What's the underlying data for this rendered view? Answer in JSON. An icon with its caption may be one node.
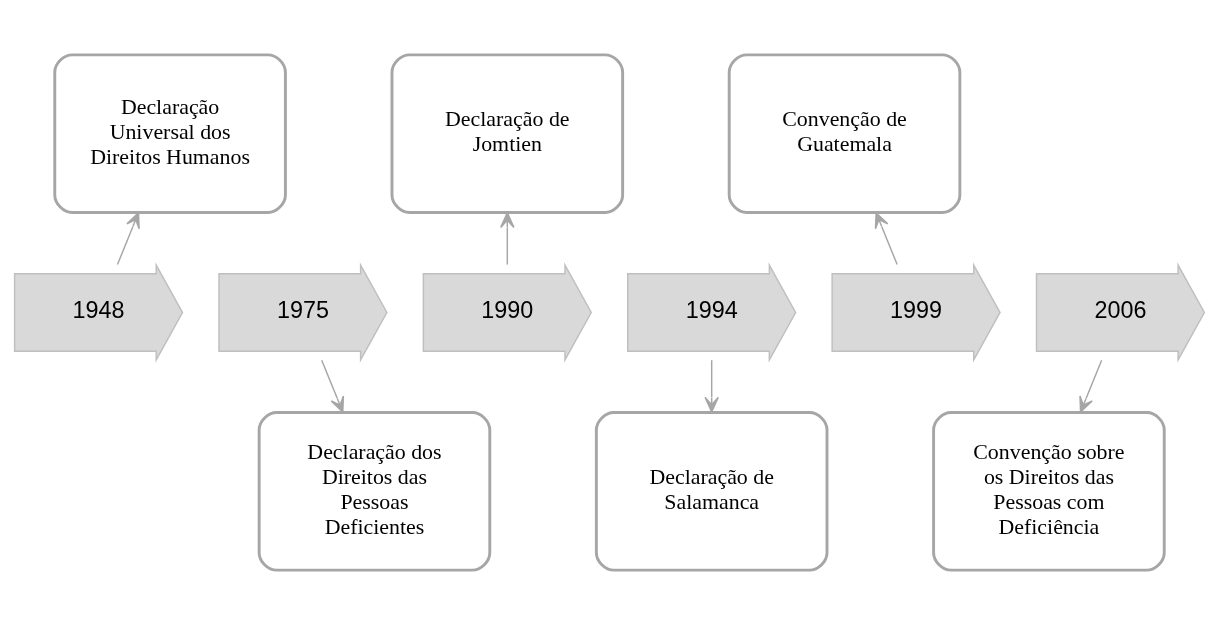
{
  "diagram": {
    "nodes": [
      {
        "text": [
          "1948"
        ]
      },
      {
        "text": [
          "1975"
        ]
      },
      {
        "text": [
          "1990"
        ]
      },
      {
        "text": [
          "1994"
        ]
      },
      {
        "text": [
          "1999"
        ]
      },
      {
        "text": [
          "2006"
        ]
      },
      {
        "text": [
          "Declaração Universal dos Direitos Humanos"
        ]
      },
      {
        "text": [
          "Declaração dos Direitos das Pessoas Deficientes"
        ]
      },
      {
        "text": [
          "Declaração de Jomtien"
        ]
      },
      {
        "text": [
          "Declaração de Salamanca"
        ]
      },
      {
        "text": [
          "Convenção de Guatemala"
        ]
      },
      {
        "text": [
          "Convenção sobre os Direitos das Pessoas com Deficiência"
        ]
      }
    ],
    "edges": [
      {
        "from": 0,
        "to": 6,
        "arrow": "to"
      },
      {
        "from": 1,
        "to": 7,
        "arrow": "to"
      },
      {
        "from": 2,
        "to": 8,
        "arrow": "to"
      },
      {
        "from": 3,
        "to": 9,
        "arrow": "to"
      },
      {
        "from": 4,
        "to": 10,
        "arrow": "to"
      },
      {
        "from": 5,
        "to": 11,
        "arrow": "to"
      }
    ]
  }
}
